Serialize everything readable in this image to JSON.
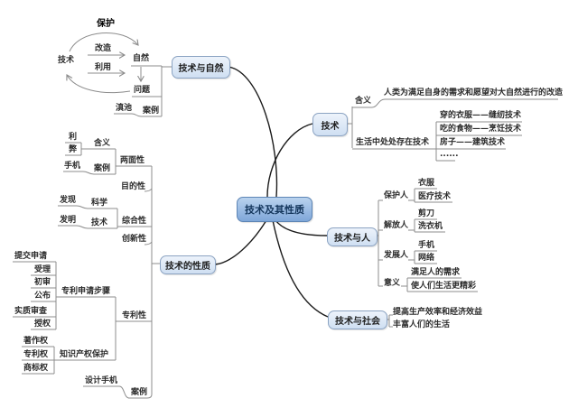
{
  "center": {
    "label": "技术及其性质"
  },
  "nature_branch": {
    "node_label": "技术与自然",
    "protect": "保护",
    "tech": "技术",
    "transform": "改造",
    "utilize": "利用",
    "nature": "自然",
    "problem": "问题",
    "case_value": "滇池",
    "case_label": "案例"
  },
  "tech_branch": {
    "node_label": "技术",
    "meaning_label": "含义",
    "meaning_text": "人类为满足自身的需求和愿望对大自然进行的改造",
    "life_label": "生活中处处存在技术",
    "examples": [
      "穿的衣服——缝纫技术",
      "吃的食物——烹饪技术",
      "房子——建筑技术",
      "......"
    ]
  },
  "human_branch": {
    "node_label": "技术与人",
    "groups": [
      {
        "label": "保护人",
        "items": [
          "衣服",
          "医疗技术"
        ]
      },
      {
        "label": "解放人",
        "items": [
          "剪刀",
          "洗衣机"
        ]
      },
      {
        "label": "发展人",
        "items": [
          "手机",
          "网络"
        ]
      },
      {
        "label": "意义",
        "items": [
          "满足人的需求",
          "使人们生活更精彩"
        ]
      }
    ]
  },
  "society_branch": {
    "node_label": "技术与社会",
    "items": [
      "提高生产效率和经济效益",
      "丰富人们的生活"
    ]
  },
  "property_branch": {
    "node_label": "技术的性质",
    "duality_label": "两面性",
    "duality_meaning_label": "含义",
    "duality_pro": "利",
    "duality_con": "弊",
    "duality_case_label": "案例",
    "duality_case_value": "手机",
    "purpose_label": "目的性",
    "comprehensive_label": "综合性",
    "discover": "发现",
    "science": "科学",
    "invent": "发明",
    "tech": "技术",
    "innovation_label": "创新性",
    "patent_label": "专利性",
    "patent_steps_label": "专利申请步骤",
    "patent_steps": [
      "提交申请",
      "受理",
      "初审",
      "公布",
      "实质审查",
      "授权"
    ],
    "ip_label": "知识产权保护",
    "ip_items": [
      "著作权",
      "专利权",
      "商标权"
    ],
    "case_label": "案例",
    "case_value": "设计手机"
  },
  "colors": {
    "center_fill_top": "#b9d2ee",
    "center_fill_bottom": "#7fa7d9",
    "center_border": "#5d85b5",
    "node_fill_top": "#edf3fb",
    "node_fill_bottom": "#cfdff2",
    "node_border": "#8ba3c2",
    "tree_line": "#8c8c8c",
    "branch_curve": "#1b1b1b"
  }
}
